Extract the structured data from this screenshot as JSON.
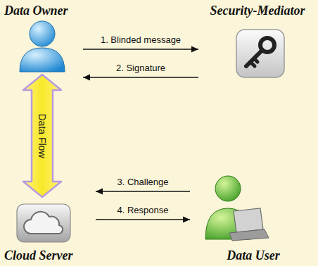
{
  "diagram": {
    "nodes": [
      {
        "text": [
          "Data Owner"
        ]
      },
      {
        "text": [
          "Security-Mediator"
        ]
      },
      {
        "text": [
          "Cloud Server"
        ]
      },
      {
        "text": [
          "Data User"
        ]
      }
    ],
    "edges": [
      {
        "from": 0,
        "to": 1,
        "label": "1. Blinded message",
        "arrow": "to"
      },
      {
        "from": 1,
        "to": 0,
        "label": "2. Signature",
        "arrow": "to"
      },
      {
        "from": 0,
        "to": 2,
        "label": "Data Flow",
        "arrow": "both"
      },
      {
        "from": 3,
        "to": 2,
        "label": "3. Challenge",
        "arrow": "to"
      },
      {
        "from": 2,
        "to": 3,
        "label": "4. Response",
        "arrow": "to"
      }
    ]
  }
}
